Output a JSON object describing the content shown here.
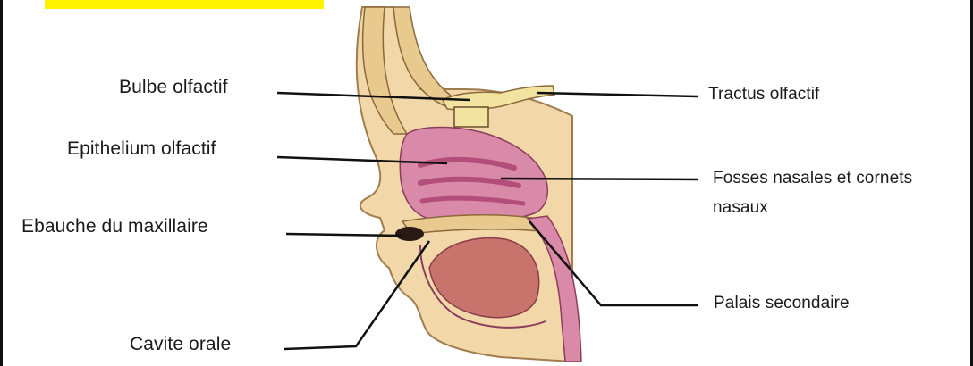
{
  "labels": {
    "bulbe_olfactif": "Bulbe olfactif",
    "epithelium_olfactif": "Epithelium olfactif",
    "ebauche_maxillaire": "Ebauche du maxillaire",
    "cavite_orale": "Cavite orale",
    "tractus_olfactif": "Tractus olfactif",
    "fosses_nasales_line1": "Fosses nasales et cornets",
    "fosses_nasales_line2": "nasaux",
    "palais_secondaire": "Palais secondaire"
  },
  "colors": {
    "highlight": "#fff200",
    "skin": "#f2d8a8",
    "bone": "#e8c98e",
    "mucosa": "#d98aa8",
    "mucosa_dark": "#b34d7a",
    "tongue": "#c8746c",
    "olfactory": "#f3e3a0",
    "line": "#111111"
  }
}
